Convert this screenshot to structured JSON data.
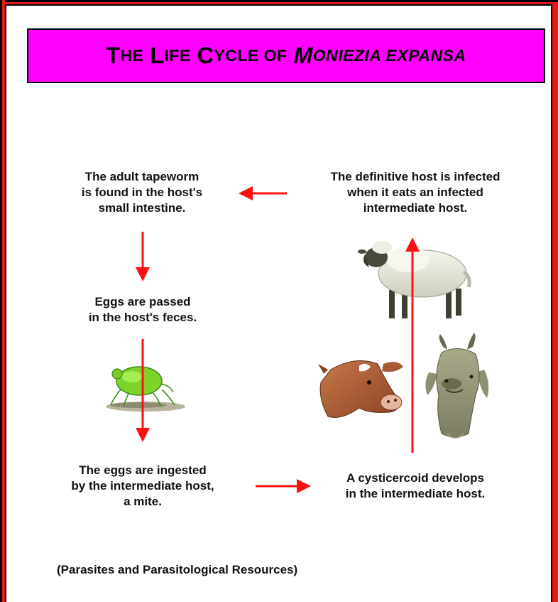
{
  "title": {
    "prefix_big_1": "T",
    "prefix_small_1": "HE",
    "prefix_big_2": "L",
    "prefix_small_2": "IFE",
    "prefix_big_3": "C",
    "prefix_small_3": "YCLE OF",
    "species_big_1": "M",
    "species_small_1": "ONIEZIA EXPANSA"
  },
  "steps": {
    "adult": [
      "The adult tapeworm",
      "is found in the host's",
      "small intestine."
    ],
    "eggs_passed": [
      "Eggs are passed",
      "in the host's feces."
    ],
    "ingested": [
      "The eggs are ingested",
      "by the intermediate host,",
      "a mite."
    ],
    "cysticercoid": [
      "A cysticercoid develops",
      "in the intermediate host."
    ],
    "definitive": [
      "The definitive host is infected",
      "when it eats an infected",
      "intermediate host."
    ]
  },
  "credit": "(Parasites and Parasitological Resources)",
  "illustrations": {
    "mite": "mite-illustration",
    "sheep": "sheep-illustration",
    "cow": "cow-head-illustration",
    "goat": "goat-head-illustration"
  },
  "colors": {
    "title_bg": "#ff00ff",
    "arrow": "#ff1010",
    "frame_red": "#e31b1b",
    "frame_black": "#000000"
  }
}
